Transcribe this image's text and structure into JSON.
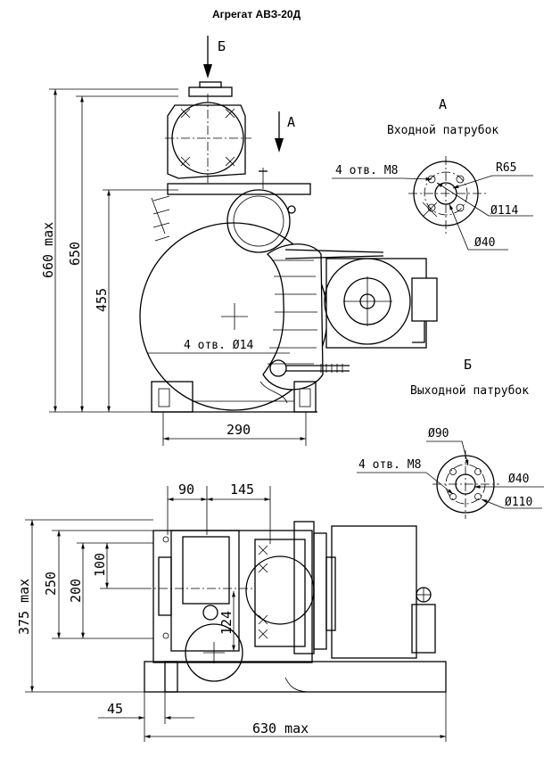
{
  "title": "Агрегат АВЗ-20Д",
  "view_markers": {
    "b_top": "Б",
    "a_top": "А"
  },
  "inlet": {
    "letter": "А",
    "caption": "Входной патрубок",
    "holes": "4 отв. М8",
    "radius": "R65",
    "outer_diameter": "Ø114",
    "inner_diameter": "Ø40"
  },
  "outlet": {
    "letter": "Б",
    "caption": "Выходной патрубок",
    "holes": "4 отв. М8",
    "flange_diameter": "Ø90",
    "inner_diameter": "Ø40",
    "outer_diameter": "Ø110"
  },
  "front_view": {
    "height_max": "660 max",
    "height_650": "650",
    "height_455": "455",
    "mount_holes": "4 отв. Ø14",
    "width_290": "290"
  },
  "plan_view": {
    "dim_90": "90",
    "dim_145": "145",
    "dim_100": "100",
    "dim_124": "124",
    "dim_200": "200",
    "dim_250": "250",
    "dim_375": "375 max",
    "dim_45": "45",
    "dim_630": "630 max"
  }
}
